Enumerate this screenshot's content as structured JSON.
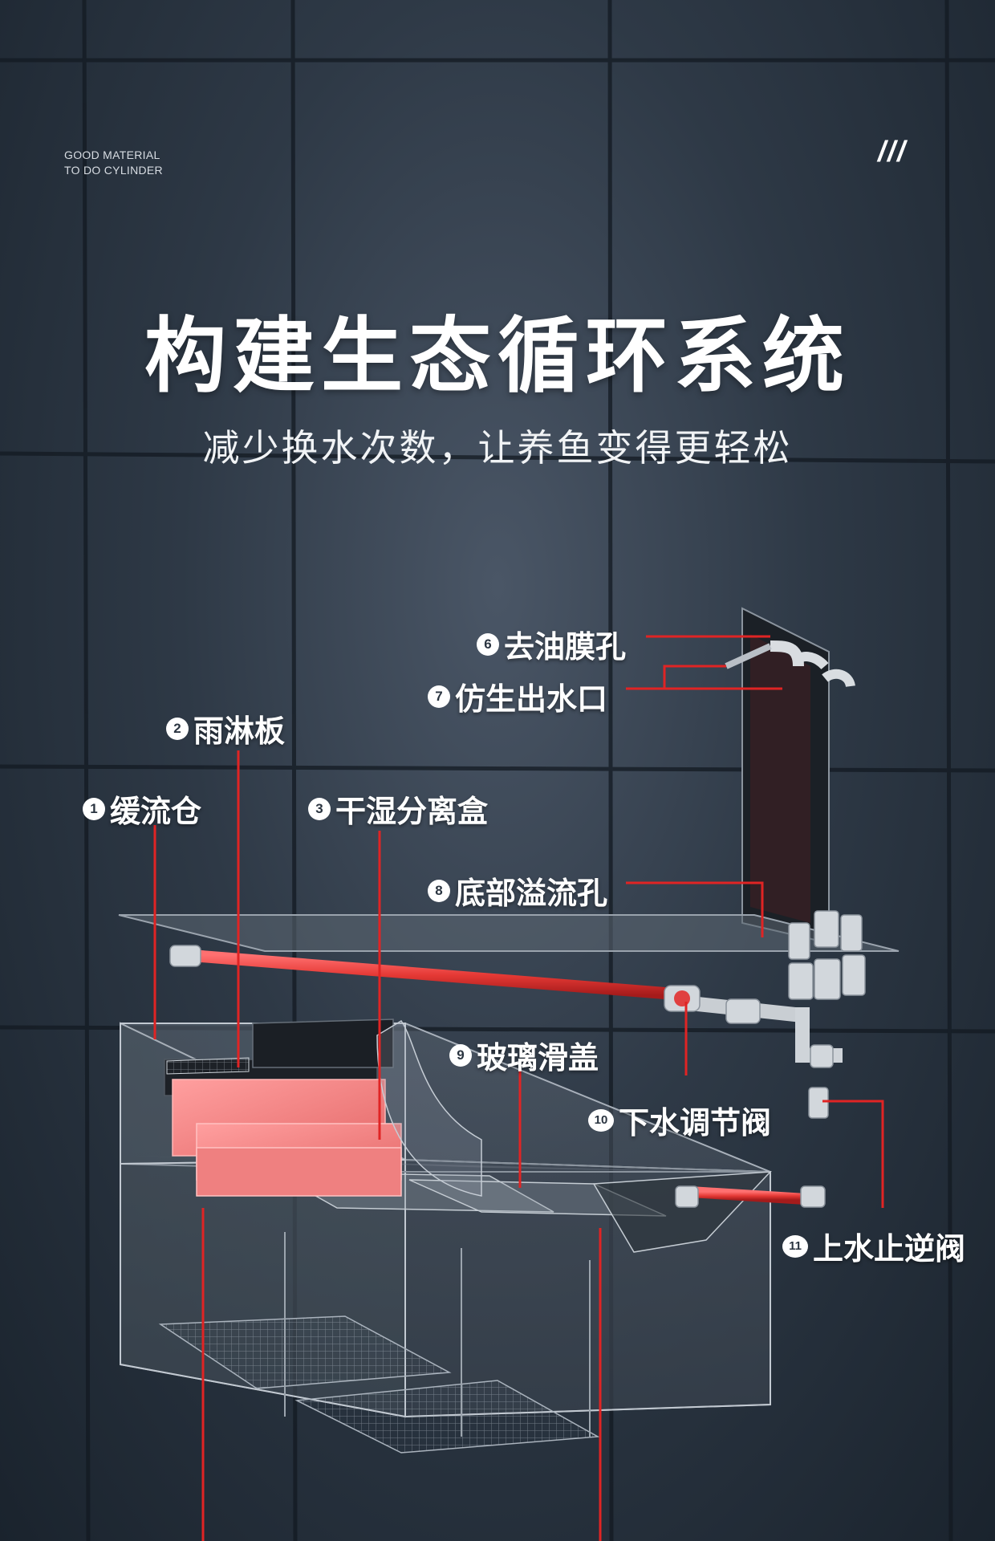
{
  "brand": {
    "line1": "GOOD MATERIAL",
    "line2": "TO DO CYLINDER"
  },
  "decor": {
    "slashes": "///"
  },
  "heading": {
    "title": "构建生态循环系统",
    "subtitle": "减少换水次数，让养鱼变得更轻松"
  },
  "colors": {
    "pipe": "#e53935",
    "leader_line": "#e02424",
    "background": "#2e3946",
    "text": "#ffffff"
  },
  "callouts": [
    {
      "number": "1",
      "label": "缓流仓"
    },
    {
      "number": "2",
      "label": "雨淋板"
    },
    {
      "number": "3",
      "label": "干湿分离盒"
    },
    {
      "number": "6",
      "label": "去油膜孔"
    },
    {
      "number": "7",
      "label": "仿生出水口"
    },
    {
      "number": "8",
      "label": "底部溢流孔"
    },
    {
      "number": "9",
      "label": "玻璃滑盖"
    },
    {
      "number": "10",
      "label": "下水调节阀"
    },
    {
      "number": "11",
      "label": "上水止逆阀"
    }
  ]
}
